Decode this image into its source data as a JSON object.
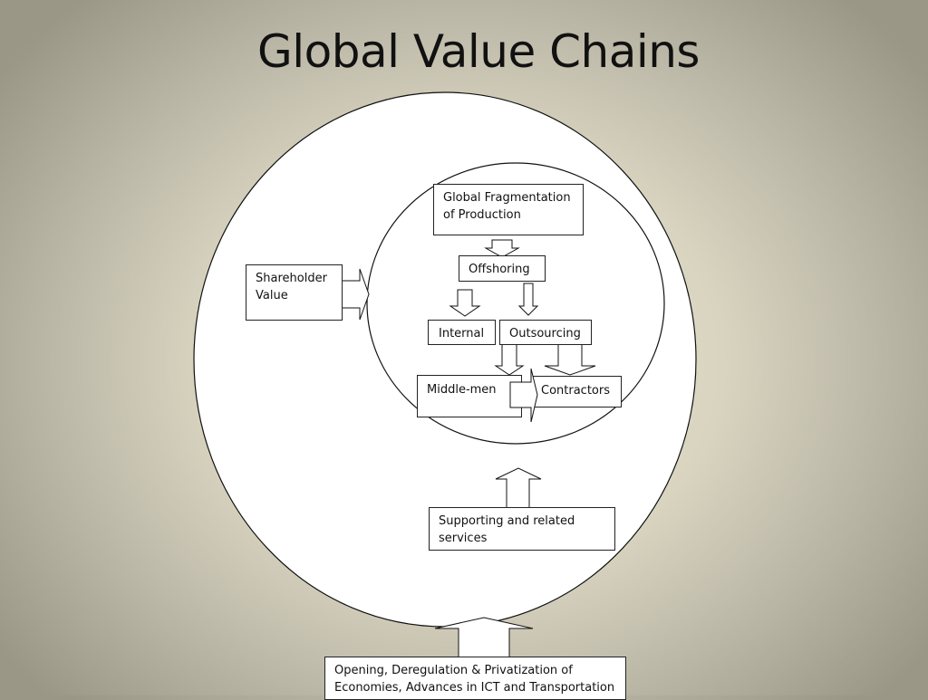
{
  "slide": {
    "title": "Global Value Chains"
  },
  "diagram": {
    "global_fragmentation": "Global Fragmentation of Production",
    "offshoring": "Offshoring",
    "internal": "Internal",
    "outsourcing": "Outsourcing",
    "middle_men": "Middle-men",
    "contractors": "Contractors",
    "shareholder_value": "Shareholder Value",
    "supporting_services": "Supporting and related services",
    "opening_deregulation": "Opening, Deregulation & Privatization of Economies, Advances in ICT and Transportation"
  }
}
